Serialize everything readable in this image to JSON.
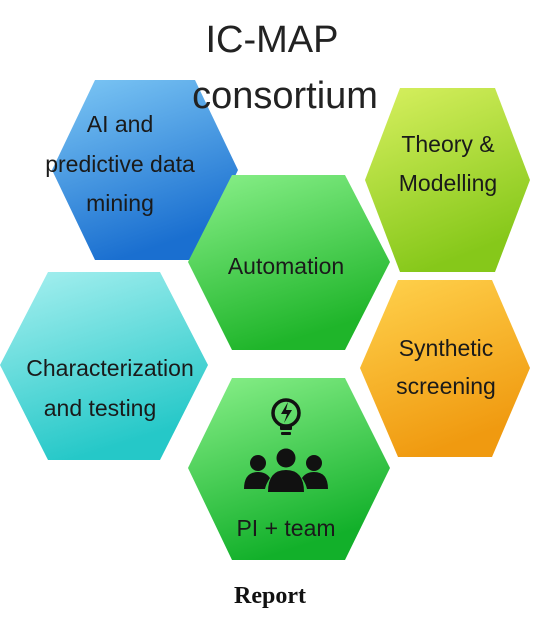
{
  "title": {
    "line1": "IC-MAP",
    "line2": "consortium"
  },
  "hexagons": [
    {
      "id": "ai",
      "lines": [
        "AI and",
        "predictive data",
        "mining"
      ],
      "color_light": "#7ec8f5",
      "color_dark": "#1a6fd0"
    },
    {
      "id": "theory",
      "lines": [
        "Theory &",
        "Modelling"
      ],
      "color_light": "#d8f060",
      "color_dark": "#86c81a"
    },
    {
      "id": "automation",
      "lines": [
        "Automation"
      ],
      "color_light": "#8af08a",
      "color_dark": "#1fb52a"
    },
    {
      "id": "characterization",
      "lines": [
        "Characterization",
        "and testing"
      ],
      "color_light": "#a8f0f0",
      "color_dark": "#25c8c8"
    },
    {
      "id": "synthetic",
      "lines": [
        "Synthetic",
        "screening"
      ],
      "color_light": "#ffd24d",
      "color_dark": "#f09a10"
    },
    {
      "id": "pi-team",
      "lines": [
        "PI + team"
      ],
      "color_light": "#8af08a",
      "color_dark": "#12b02a",
      "icon": "team-lightbulb-icon"
    }
  ],
  "caption": "Report"
}
